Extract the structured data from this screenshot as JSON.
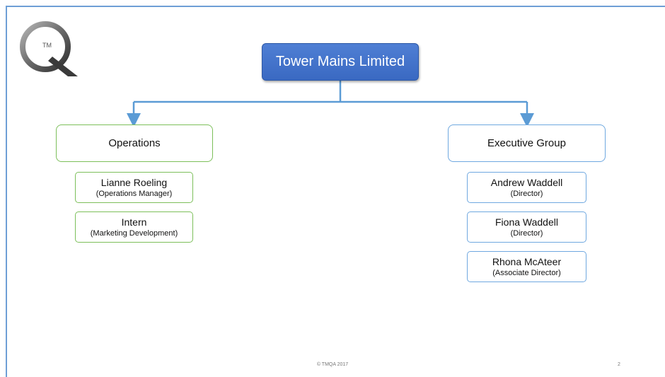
{
  "logo": {
    "letter": "Q",
    "trademark": "TM"
  },
  "org_chart": {
    "root": {
      "label": "Tower Mains Limited"
    },
    "groups": [
      {
        "label": "Operations",
        "members": [
          {
            "name": "Lianne Roeling",
            "role": "(Operations Manager)"
          },
          {
            "name": "Intern",
            "role": "(Marketing Development)"
          }
        ]
      },
      {
        "label": "Executive Group",
        "members": [
          {
            "name": "Andrew Waddell",
            "role": "(Director)"
          },
          {
            "name": "Fiona Waddell",
            "role": "(Director)"
          },
          {
            "name": "Rhona McAteer",
            "role": "(Associate Director)"
          }
        ]
      }
    ]
  },
  "footer": {
    "copyright": "© TMQA 2017",
    "page_number": "2"
  },
  "colors": {
    "root_fill": "#4472c4",
    "connector": "#5b9bd5",
    "operations_border": "#7cbf5a",
    "executive_border": "#6fa8e0",
    "slide_border": "#6e9fd6"
  }
}
